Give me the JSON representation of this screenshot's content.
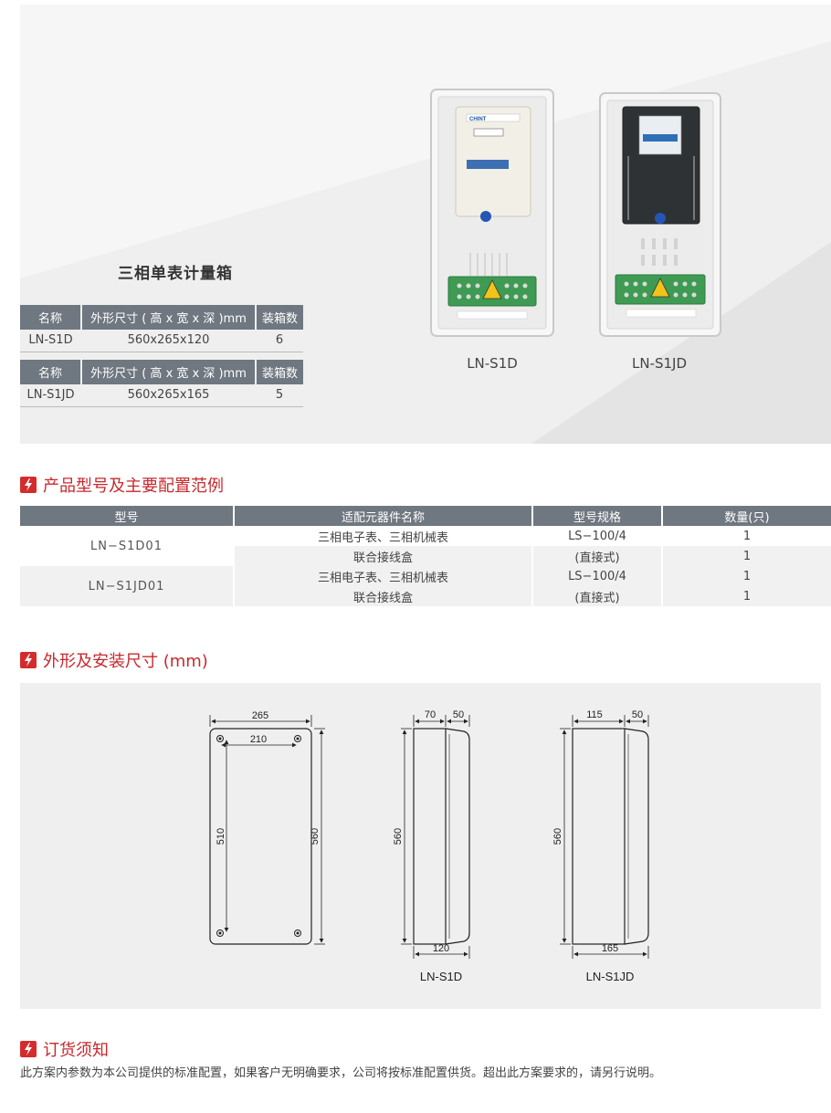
{
  "product_title": "三相单表计量箱",
  "spec_tables": [
    {
      "headers": [
        "名称",
        "外形尺寸 ( 高 x 宽 x 深 )mm",
        "装箱数"
      ],
      "row": [
        "LN-S1D",
        "560x265x120",
        "6"
      ]
    },
    {
      "headers": [
        "名称",
        "外形尺寸 ( 高 x 宽 x 深 )mm",
        "装箱数"
      ],
      "row": [
        "LN-S1JD",
        "560x265x165",
        "5"
      ]
    }
  ],
  "photos": [
    {
      "caption": "LN-S1D",
      "meter": "CHINT"
    },
    {
      "caption": "LN-S1JD"
    }
  ],
  "sections": {
    "config": "产品型号及主要配置范例",
    "dimensions": "外形及安装尺寸 (mm)",
    "ordering": "订货须知"
  },
  "config_table": {
    "headers": [
      "型号",
      "适配元器件名称",
      "型号规格",
      "数量(只)"
    ],
    "groups": [
      {
        "model": "LN−S1D01",
        "rows": [
          [
            "三相电子表、三相机械表",
            "LS−100/4",
            "1"
          ],
          [
            "联合接线盒",
            "(直接式)",
            "1"
          ]
        ]
      },
      {
        "model": "LN−S1JD01",
        "rows": [
          [
            "三相电子表、三相机械表",
            "LS−100/4",
            "1"
          ],
          [
            "联合接线盒",
            "(直接式)",
            "1"
          ]
        ]
      }
    ]
  },
  "dimensions": {
    "front": {
      "width": "265",
      "hole_spacing": "210",
      "hole_height": "510",
      "height": "560"
    },
    "side_s1d": {
      "d1": "70",
      "d2": "50",
      "height": "560",
      "depth": "120",
      "caption": "LN-S1D"
    },
    "side_s1jd": {
      "d1": "115",
      "d2": "50",
      "height": "560",
      "depth": "165",
      "caption": "LN-S1JD"
    }
  },
  "ordering_note": "此方案内参数为本公司提供的标准配置，如果客户无明确要求，公司将按标准配置供货。超出此方案要求的，请另行说明。",
  "colors": {
    "accent": "#c8282d",
    "header_gray": "#6f7780",
    "band": "#efefef"
  },
  "icons": {
    "section": "lightning-icon"
  }
}
